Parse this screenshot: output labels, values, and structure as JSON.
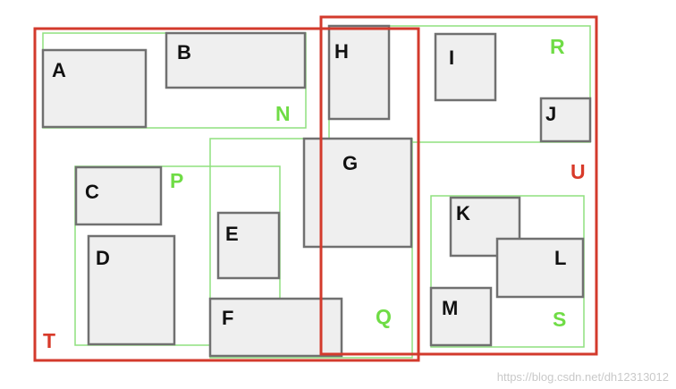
{
  "leaf_boxes": {
    "A": "A",
    "B": "B",
    "C": "C",
    "D": "D",
    "E": "E",
    "F": "F",
    "G": "G",
    "H": "H",
    "I": "I",
    "J": "J",
    "K": "K",
    "L": "L",
    "M": "M"
  },
  "green_groups": {
    "N": "N",
    "P": "P",
    "Q": "Q",
    "R": "R",
    "S": "S"
  },
  "red_groups": {
    "T": "T",
    "U": "U"
  },
  "colors": {
    "leaf_fill": "#efefef",
    "leaf_stroke": "#707070",
    "green": "#8fe07f",
    "green_text": "#6fdc45",
    "red": "#d33a2c"
  },
  "watermark": "https://blog.csdn.net/dh12313012"
}
